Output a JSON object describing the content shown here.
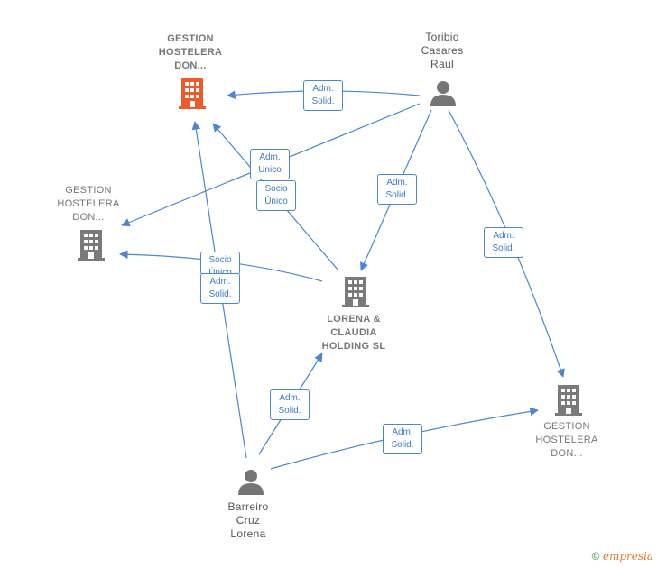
{
  "nodes": {
    "gestion_top": {
      "lines": [
        "GESTION",
        "HOSTELERA",
        "DON..."
      ],
      "kind": "company",
      "highlight": true
    },
    "toribio": {
      "lines": [
        "Toribio",
        "Casares",
        "Raul"
      ],
      "kind": "person"
    },
    "gestion_left": {
      "lines": [
        "GESTION",
        "HOSTELERA",
        "DON..."
      ],
      "kind": "company"
    },
    "lorena_holding": {
      "lines": [
        "LORENA &",
        "CLAUDIA",
        "HOLDING  SL"
      ],
      "kind": "company"
    },
    "gestion_right": {
      "lines": [
        "GESTION",
        "HOSTELERA",
        "DON..."
      ],
      "kind": "company"
    },
    "barreiro": {
      "lines": [
        "Barreiro",
        "Cruz",
        "Lorena"
      ],
      "kind": "person"
    }
  },
  "edge_labels": {
    "toribio_gestion_top": [
      "Adm.",
      "Solid."
    ],
    "toribio_gestion_left": [
      "Adm.",
      "Unico"
    ],
    "holding_gestion_top": [
      "Socio",
      "Único"
    ],
    "toribio_holding": [
      "Adm.",
      "Solid."
    ],
    "toribio_gestion_right": [
      "Adm.",
      "Solid."
    ],
    "holding_gestion_left": [
      "Socio",
      "Único"
    ],
    "barreiro_gestion_top": [
      "Adm.",
      "Solid."
    ],
    "barreiro_holding": [
      "Adm.",
      "Solid."
    ],
    "barreiro_gestion_right": [
      "Adm.",
      "Solid."
    ]
  },
  "colors": {
    "edge": "#4a86d4",
    "company_icon": "#7a7a7a",
    "company_highlight": "#f05a28",
    "person_icon": "#757575"
  },
  "footer": {
    "copyright": "©",
    "brand": "mpresia",
    "brand_initial": "e"
  }
}
